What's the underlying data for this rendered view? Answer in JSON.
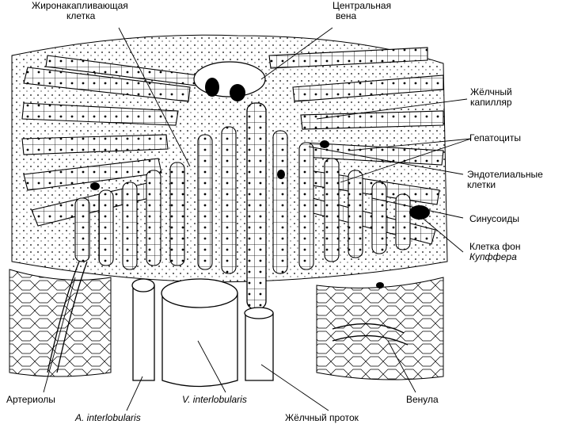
{
  "labels": {
    "fat_storing_cell": [
      "Жиронакапливающая",
      "клетка"
    ],
    "central_vein": [
      "Центральная",
      "вена"
    ],
    "bile_capillary": [
      "Жёлчный",
      "капилляр"
    ],
    "hepatocytes": "Гепатоциты",
    "endothelial_cells": [
      "Эндотелиальные",
      "клетки"
    ],
    "sinusoids": "Синусоиды",
    "kupffer_cell": [
      "Клетка фон",
      "Купффера"
    ],
    "arterioles": "Артериолы",
    "a_interlobularis": "A. interlobularis",
    "v_interlobularis": "V. interlobularis",
    "bile_duct": "Жёлчный проток",
    "venule": "Венула"
  }
}
